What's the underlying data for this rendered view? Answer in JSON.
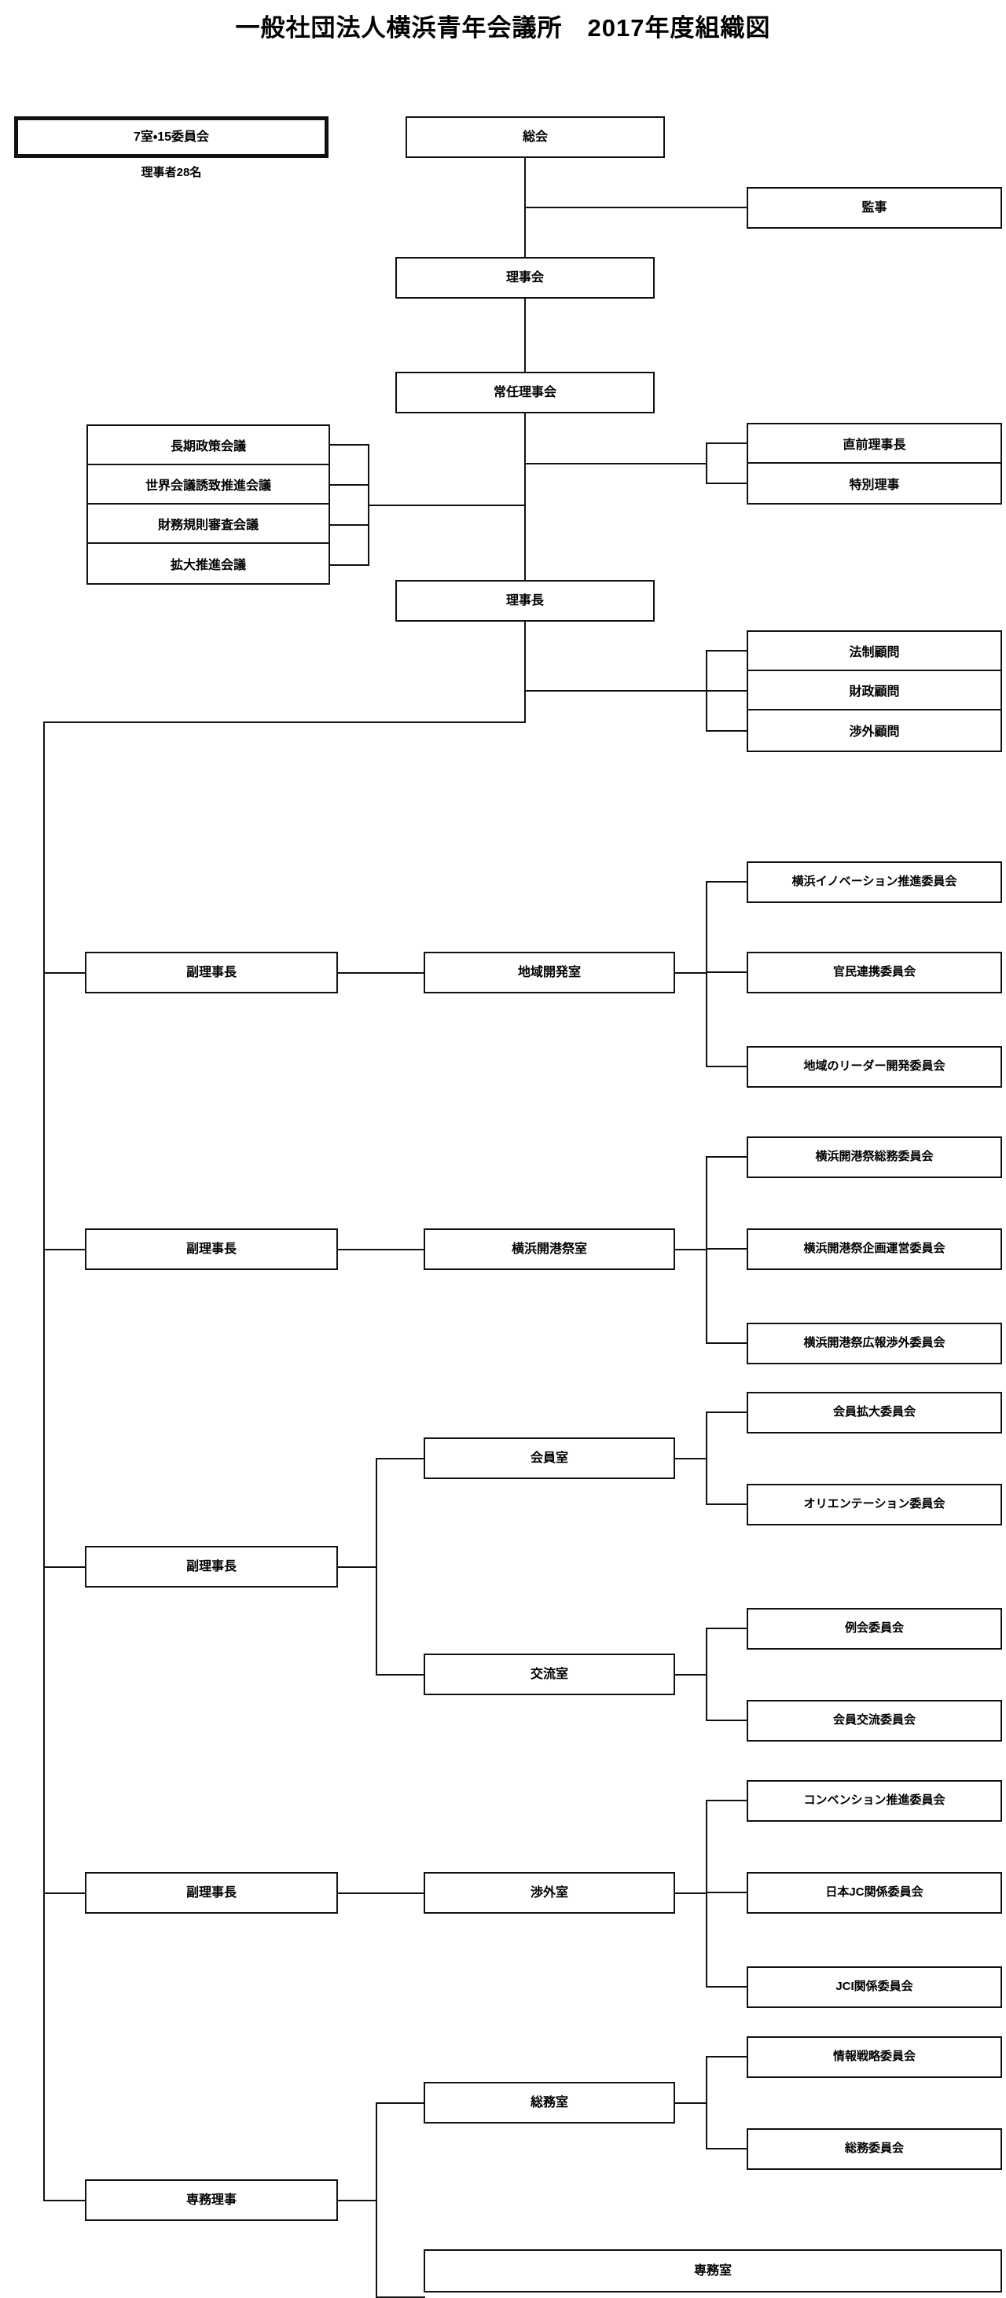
{
  "title": "一般社団法人横浜青年会議所　2017年度組織図",
  "summary": {
    "box_label": "7室・15委員会",
    "caption": "理事者28名"
  },
  "top": {
    "general_meeting": "総会",
    "auditor": "監事",
    "board": "理事会",
    "standing_board": "常任理事会",
    "president": "理事長"
  },
  "councils": [
    "長期政策会議",
    "世界会議誘致推進会議",
    "財務規則審査会議",
    "拡大推進会議"
  ],
  "officers": [
    "直前理事長",
    "特別理事"
  ],
  "advisors": [
    "法制顧問",
    "財政顧問",
    "渉外顧問"
  ],
  "branches": [
    {
      "role": "副理事長",
      "rooms": [
        {
          "name": "地域開発室",
          "committees": [
            "横浜イノベーション推進委員会",
            "官民連携委員会",
            "地域のリーダー開発委員会"
          ]
        }
      ]
    },
    {
      "role": "副理事長",
      "rooms": [
        {
          "name": "横浜開港祭室",
          "committees": [
            "横浜開港祭総務委員会",
            "横浜開港祭企画運営委員会",
            "横浜開港祭広報渉外委員会"
          ]
        }
      ]
    },
    {
      "role": "副理事長",
      "rooms": [
        {
          "name": "会員室",
          "committees": [
            "会員拡大委員会",
            "オリエンテーション委員会"
          ]
        },
        {
          "name": "交流室",
          "committees": [
            "例会委員会",
            "会員交流委員会"
          ]
        }
      ]
    },
    {
      "role": "副理事長",
      "rooms": [
        {
          "name": "渉外室",
          "committees": [
            "コンベンション推進委員会",
            "日本JC関係委員会",
            "JCI関係委員会"
          ]
        }
      ]
    },
    {
      "role": "専務理事",
      "rooms": [
        {
          "name": "総務室",
          "committees": [
            "情報戦略委員会",
            "総務委員会"
          ]
        },
        {
          "name": "専務室",
          "committees": []
        }
      ]
    }
  ],
  "colors": {
    "line": "#111111",
    "background": "#ffffff"
  }
}
